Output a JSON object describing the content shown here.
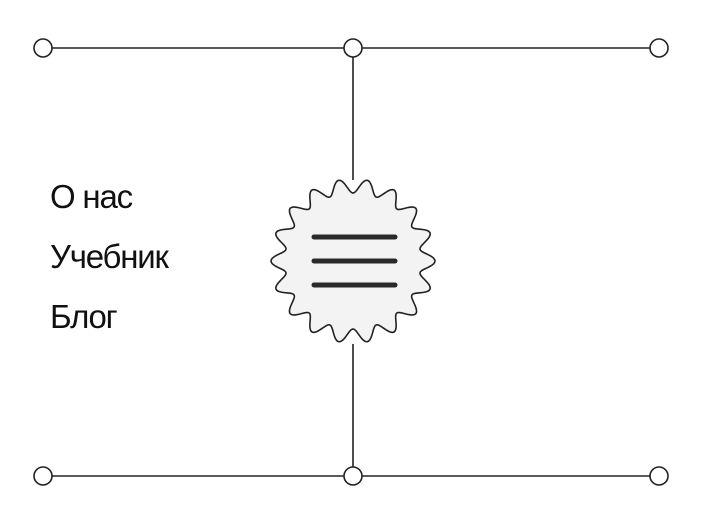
{
  "nav": {
    "items": [
      {
        "label": "О нас"
      },
      {
        "label": "Учебник"
      },
      {
        "label": "Блог"
      }
    ]
  },
  "menu_button": {
    "icon": "hamburger-menu-icon"
  },
  "colors": {
    "ink": "#222222",
    "button_fill": "#f3f3f3",
    "background": "#ffffff"
  }
}
